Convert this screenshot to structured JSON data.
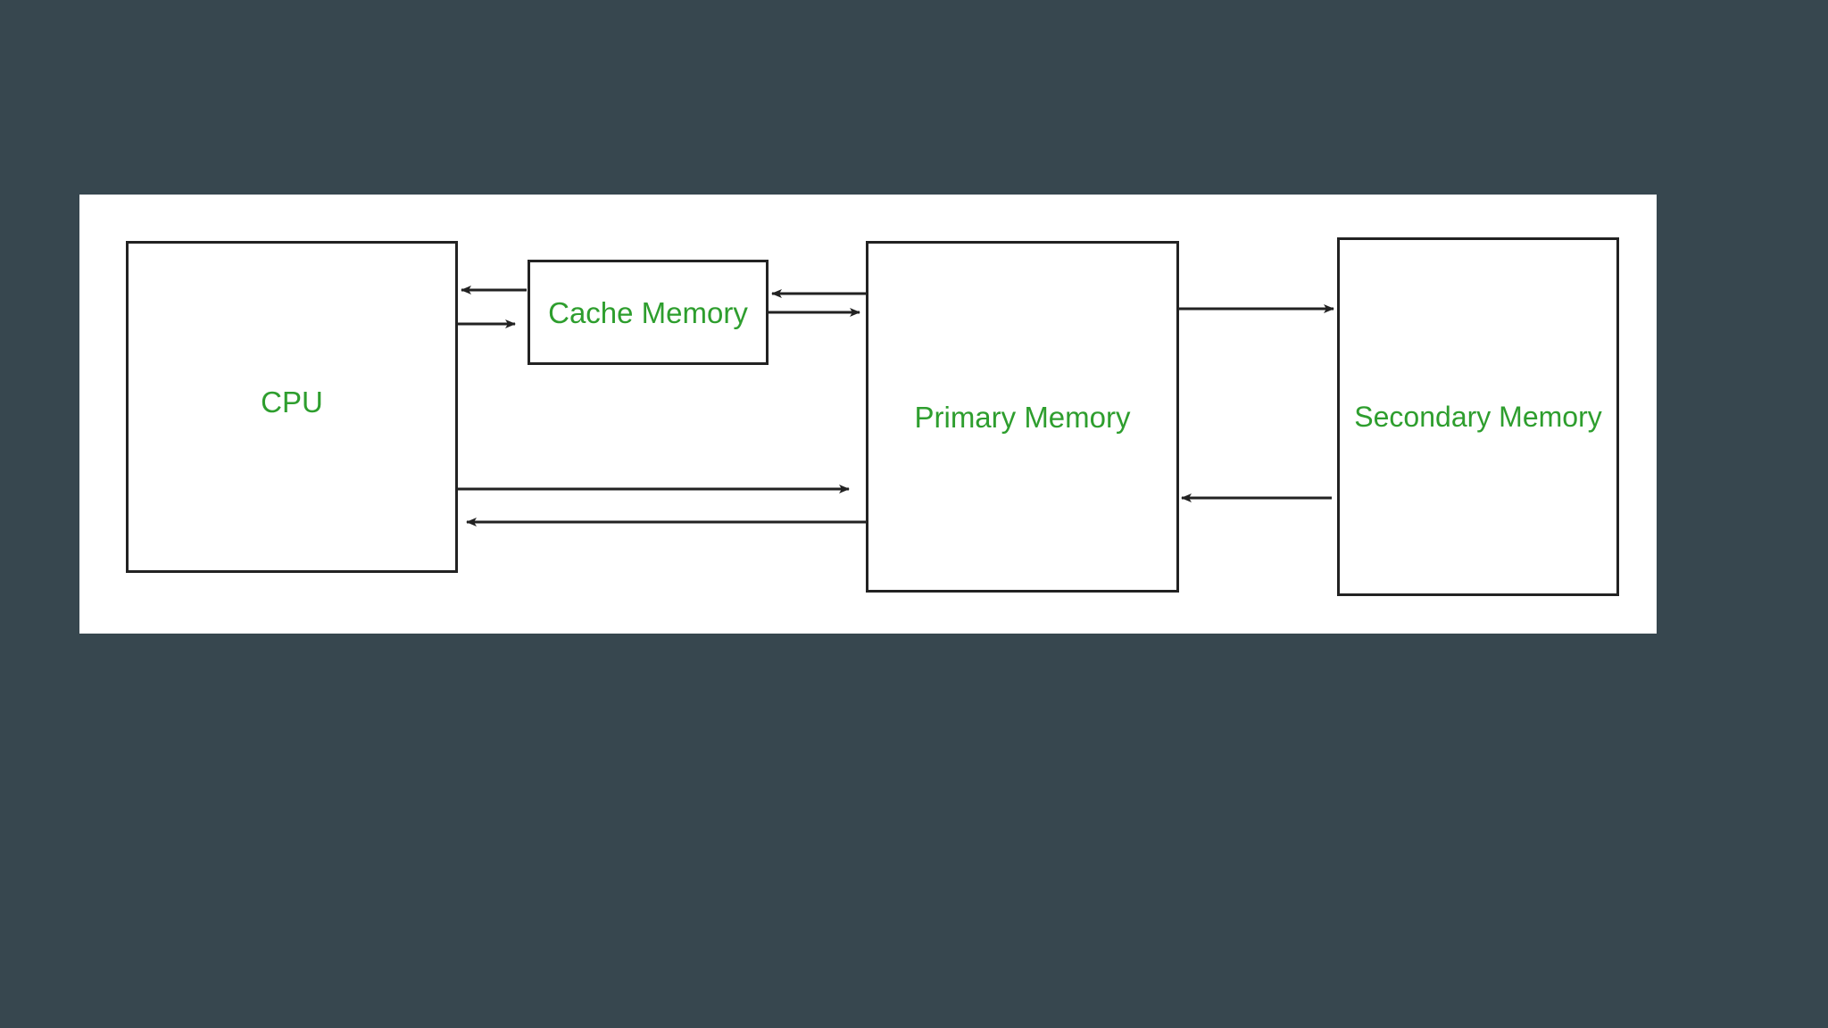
{
  "colors": {
    "background": "#37474f",
    "panel": "#ffffff",
    "box_border": "#222222",
    "arrow": "#222222",
    "label_text": "#2e9e2e"
  },
  "nodes": {
    "cpu": {
      "label": "CPU"
    },
    "cache": {
      "label": "Cache Memory"
    },
    "primary": {
      "label": "Primary Memory"
    },
    "secondary": {
      "label": "Secondary Memory"
    }
  },
  "edges": [
    {
      "from": "cache",
      "to": "cpu"
    },
    {
      "from": "cpu",
      "to": "cache"
    },
    {
      "from": "primary",
      "to": "cache"
    },
    {
      "from": "cache",
      "to": "primary"
    },
    {
      "from": "cpu",
      "to": "primary"
    },
    {
      "from": "primary",
      "to": "cpu"
    },
    {
      "from": "primary",
      "to": "secondary"
    },
    {
      "from": "secondary",
      "to": "primary"
    }
  ]
}
